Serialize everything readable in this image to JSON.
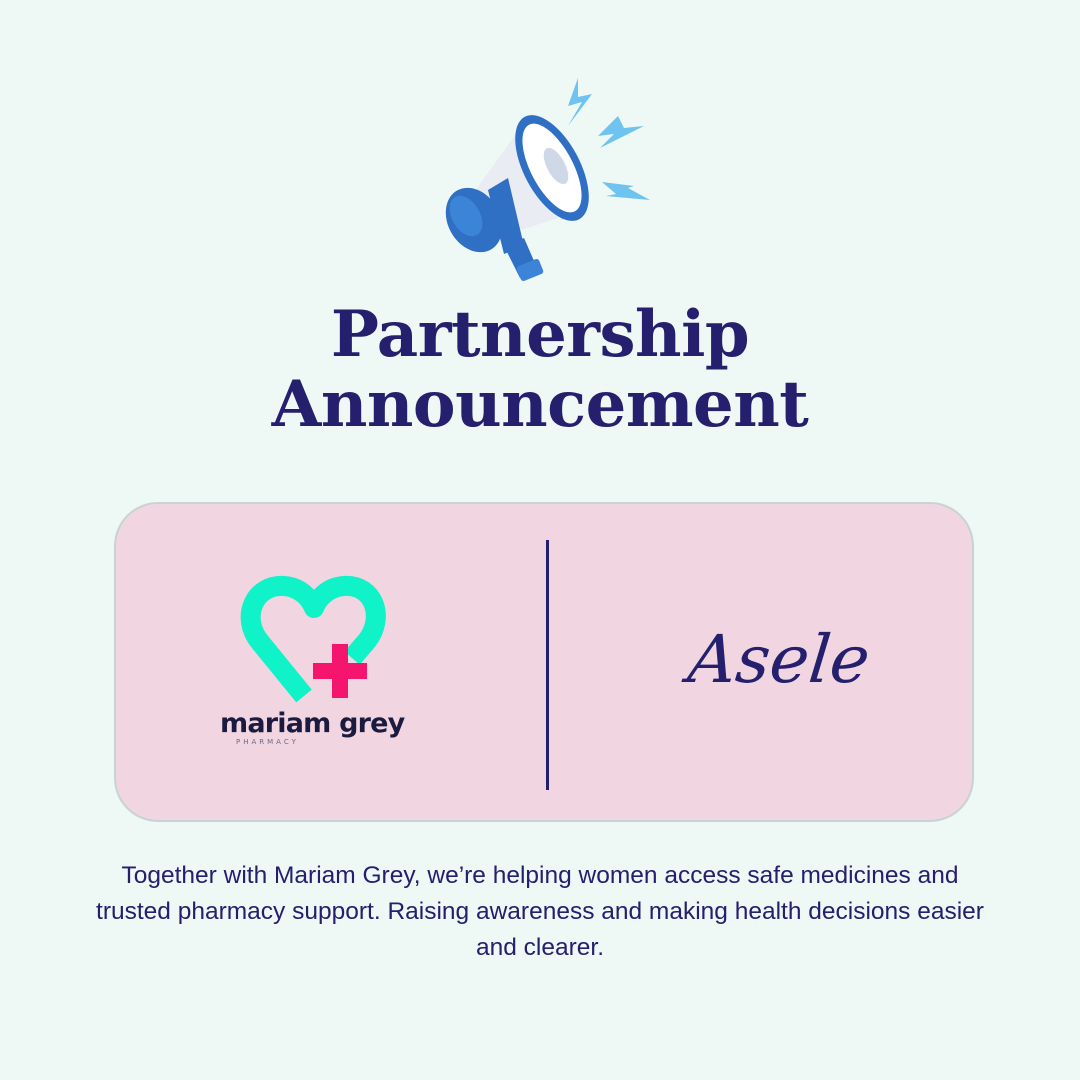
{
  "heading": {
    "line1": "Partnership",
    "line2": "Announcement"
  },
  "icons": {
    "top": "megaphone-icon",
    "partner_left": "heart-plus-logo"
  },
  "partners": {
    "left": {
      "name": "mariam grey",
      "subtitle": "PHARMACY"
    },
    "right": {
      "name": "Asele"
    }
  },
  "description": "Together with Mariam Grey, we’re helping women access safe medicines and trusted pharmacy support. Raising awareness and making health decisions easier and clearer.",
  "colors": {
    "background": "#eef8f5",
    "card": "#f1d5e1",
    "text": "#24206e",
    "heart": "#10f2c8",
    "cross": "#f5146e"
  }
}
